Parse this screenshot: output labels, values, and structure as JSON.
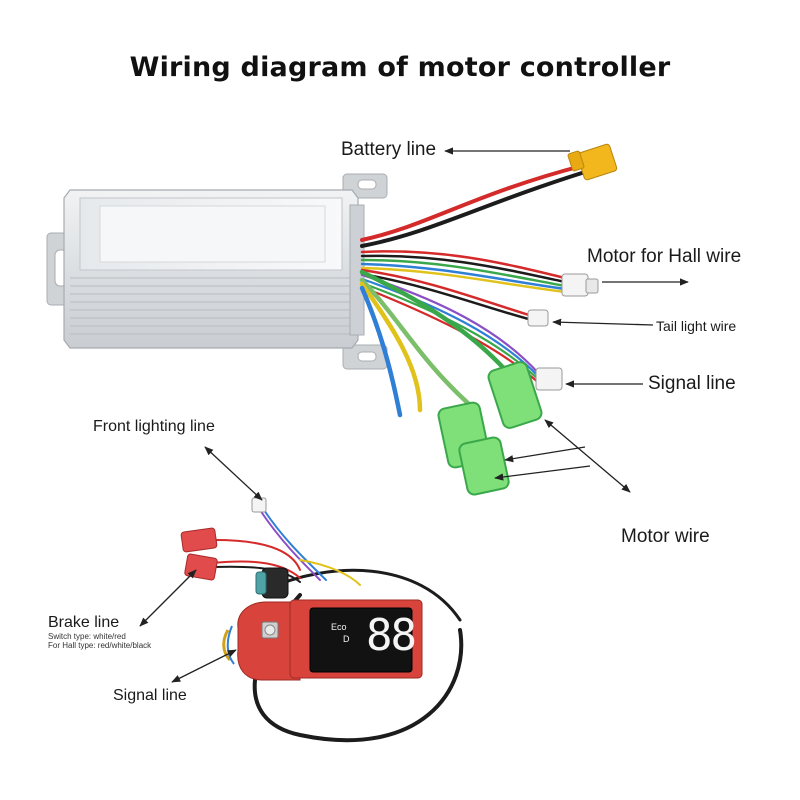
{
  "title": "Wiring diagram of motor controller",
  "labels": {
    "battery_line": "Battery line",
    "motor_hall_wire": "Motor for Hall wire",
    "tail_light_wire": "Tail light wire",
    "signal_line_right": "Signal line",
    "motor_wire": "Motor wire",
    "front_lighting_line": "Front lighting line",
    "brake_line": "Brake line",
    "brake_switch_type": "Switch type: white/red",
    "brake_hall_type": "For Hall type: red/white/black",
    "signal_line_left": "Signal line"
  },
  "display": {
    "mode_eco": "Eco",
    "mode_d": "D",
    "speed_digits": "88"
  },
  "colors": {
    "wire_red": "#d42a2a",
    "wire_black": "#1c1c1c",
    "wire_green": "#3aa84a",
    "wire_yellow": "#e0c21a",
    "wire_blue": "#2f7fd6",
    "connector_green": "#7fe07a",
    "connector_yellow": "#f2b71c",
    "pcb_red": "#d8443c",
    "casing": "#d9dde0"
  }
}
